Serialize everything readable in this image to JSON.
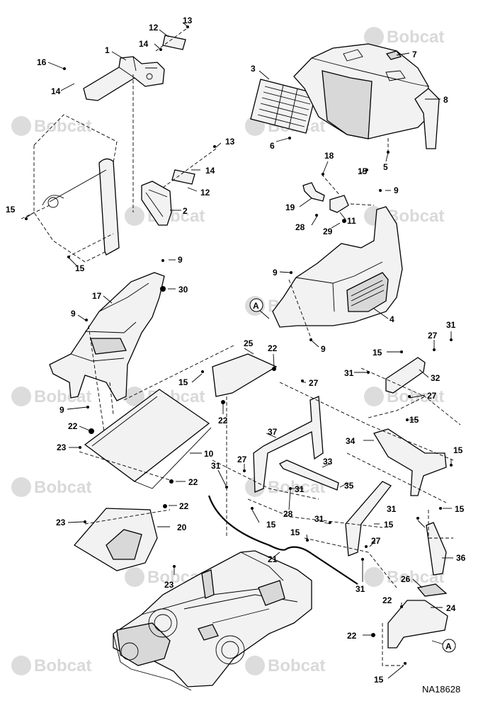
{
  "diagram": {
    "watermark_text": "Bobcat",
    "drawing_code": "NA18628",
    "callouts": [
      {
        "id": "c1",
        "text": "1"
      },
      {
        "id": "c2",
        "text": "2"
      },
      {
        "id": "c3",
        "text": "3"
      },
      {
        "id": "c4",
        "text": "4"
      },
      {
        "id": "c5",
        "text": "5"
      },
      {
        "id": "c6",
        "text": "6"
      },
      {
        "id": "c7",
        "text": "7"
      },
      {
        "id": "c8",
        "text": "8"
      },
      {
        "id": "c9a",
        "text": "9"
      },
      {
        "id": "c9b",
        "text": "9"
      },
      {
        "id": "c9c",
        "text": "9"
      },
      {
        "id": "c9d",
        "text": "9"
      },
      {
        "id": "c9e",
        "text": "9"
      },
      {
        "id": "c9f",
        "text": "9"
      },
      {
        "id": "c10",
        "text": "10"
      },
      {
        "id": "c11",
        "text": "11"
      },
      {
        "id": "c12a",
        "text": "12"
      },
      {
        "id": "c12b",
        "text": "12"
      },
      {
        "id": "c13a",
        "text": "13"
      },
      {
        "id": "c13b",
        "text": "13"
      },
      {
        "id": "c14a",
        "text": "14"
      },
      {
        "id": "c14b",
        "text": "14"
      },
      {
        "id": "c14c",
        "text": "14"
      },
      {
        "id": "c15a",
        "text": "15"
      },
      {
        "id": "c15b",
        "text": "15"
      },
      {
        "id": "c15c",
        "text": "15"
      },
      {
        "id": "c15d",
        "text": "15"
      },
      {
        "id": "c15e",
        "text": "15"
      },
      {
        "id": "c15f",
        "text": "15"
      },
      {
        "id": "c15g",
        "text": "15"
      },
      {
        "id": "c15h",
        "text": "15"
      },
      {
        "id": "c15i",
        "text": "15"
      },
      {
        "id": "c15j",
        "text": "15"
      },
      {
        "id": "c15k",
        "text": "15"
      },
      {
        "id": "c15l",
        "text": "15"
      },
      {
        "id": "c16",
        "text": "16"
      },
      {
        "id": "c17",
        "text": "17"
      },
      {
        "id": "c18",
        "text": "18"
      },
      {
        "id": "c19",
        "text": "19"
      },
      {
        "id": "c20",
        "text": "20"
      },
      {
        "id": "c21",
        "text": "21"
      },
      {
        "id": "c22a",
        "text": "22"
      },
      {
        "id": "c22b",
        "text": "22"
      },
      {
        "id": "c22c",
        "text": "22"
      },
      {
        "id": "c22d",
        "text": "22"
      },
      {
        "id": "c22e",
        "text": "22"
      },
      {
        "id": "c22f",
        "text": "22"
      },
      {
        "id": "c22g",
        "text": "22"
      },
      {
        "id": "c23a",
        "text": "23"
      },
      {
        "id": "c23b",
        "text": "23"
      },
      {
        "id": "c23c",
        "text": "23"
      },
      {
        "id": "c24",
        "text": "24"
      },
      {
        "id": "c25",
        "text": "25"
      },
      {
        "id": "c26",
        "text": "26"
      },
      {
        "id": "c27a",
        "text": "27"
      },
      {
        "id": "c27b",
        "text": "27"
      },
      {
        "id": "c27c",
        "text": "27"
      },
      {
        "id": "c27d",
        "text": "27"
      },
      {
        "id": "c27e",
        "text": "27"
      },
      {
        "id": "c28a",
        "text": "28"
      },
      {
        "id": "c28b",
        "text": "28"
      },
      {
        "id": "c29",
        "text": "29"
      },
      {
        "id": "c30",
        "text": "30"
      },
      {
        "id": "c31a",
        "text": "31"
      },
      {
        "id": "c31b",
        "text": "31"
      },
      {
        "id": "c31c",
        "text": "31"
      },
      {
        "id": "c31d",
        "text": "31"
      },
      {
        "id": "c31e",
        "text": "31"
      },
      {
        "id": "c31f",
        "text": "31"
      },
      {
        "id": "c31g",
        "text": "31"
      },
      {
        "id": "c32",
        "text": "32"
      },
      {
        "id": "c33",
        "text": "33"
      },
      {
        "id": "c34",
        "text": "34"
      },
      {
        "id": "c35",
        "text": "35"
      },
      {
        "id": "c36",
        "text": "36"
      },
      {
        "id": "c37",
        "text": "37"
      },
      {
        "id": "cAa",
        "text": "A"
      },
      {
        "id": "cAb",
        "text": "A"
      }
    ]
  }
}
